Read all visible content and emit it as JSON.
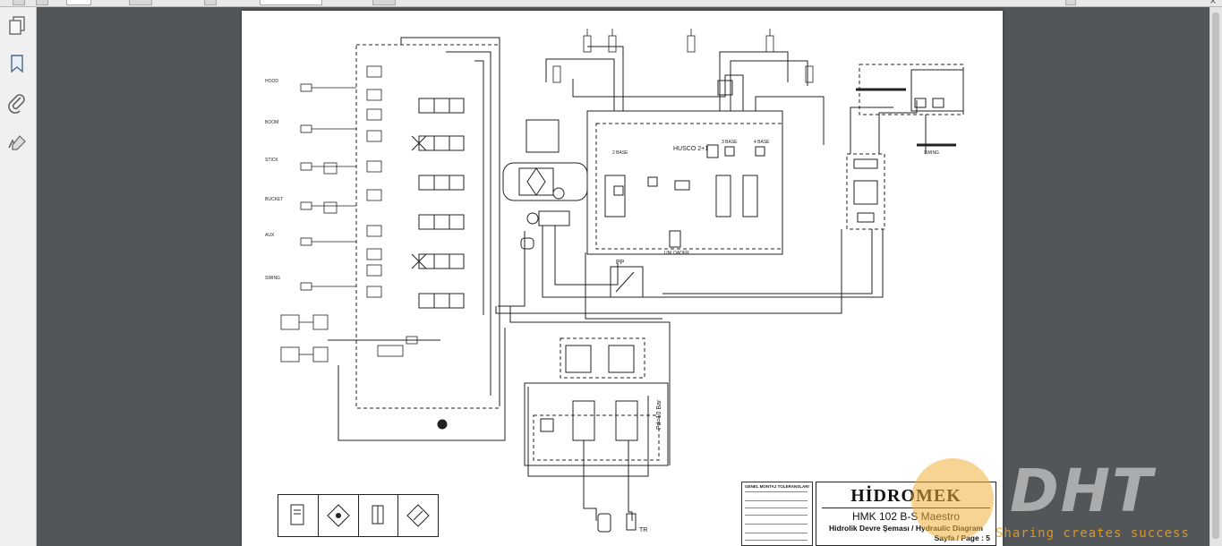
{
  "viewer": {
    "close_symbol": "×",
    "icons": [
      "pages-icon",
      "bookmark-icon",
      "attachment-icon",
      "signature-icon"
    ]
  },
  "diagram": {
    "husco_label": "HUSCO 2+1",
    "pp_label": "PP",
    "pressure_label": "Pd=10 Bar",
    "tank_label": "TR"
  },
  "title_block": {
    "brand": "HİDROMEK",
    "model": "HMK 102 B-S Maestro",
    "description": "Hidrolik Devre Şeması / Hydraulic Diagram",
    "page": "Sayfa / Page : 5"
  },
  "spec_block": {
    "title": "GENEL MONTAJ TOLERANSLARI"
  },
  "watermark": {
    "logo": "DHT",
    "tagline": "Sharing creates success"
  },
  "colors": {
    "workspace": "#525659",
    "sidebar": "#f0f0f0",
    "page": "#ffffff",
    "line": "#222222",
    "watermark_orange": "#f3b13c"
  }
}
